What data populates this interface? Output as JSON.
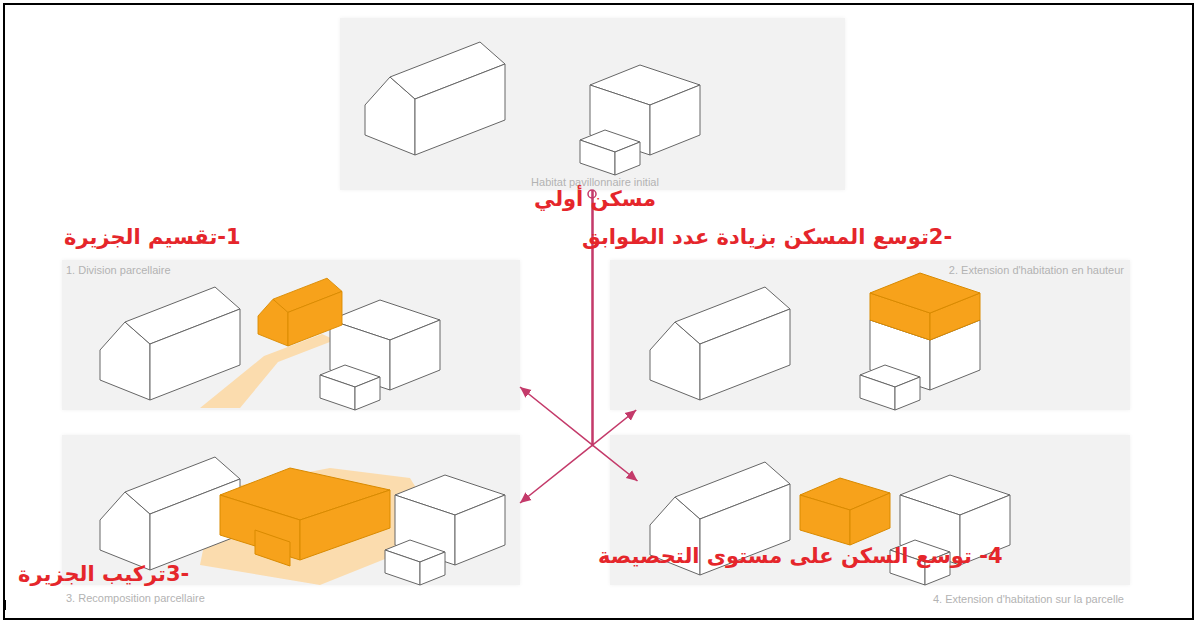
{
  "diagram": {
    "nodes": [
      {
        "text": [
          "Habitat pavillonnaire initial",
          "مسكن أولي"
        ]
      },
      {
        "text": [
          "1. Division parcellaire",
          "1-تقسيم الجزيرة"
        ]
      },
      {
        "text": [
          "2. Extension d'habitation en hauteur",
          "-2توسع المسكن بزيادة عدد الطوابق"
        ]
      },
      {
        "text": [
          "3. Recomposition parcellaire",
          "-3تركيب الجزيرة"
        ]
      },
      {
        "text": [
          "4. Extension d'habitation sur la parcelle",
          "4- توسع السكن على مستوى التحصيصة"
        ]
      }
    ],
    "edges": [
      {
        "from": 0,
        "to": 1,
        "arrow": "to"
      },
      {
        "from": 0,
        "to": 2,
        "arrow": "to"
      },
      {
        "from": 0,
        "to": 3,
        "arrow": "to"
      },
      {
        "from": 0,
        "to": 4,
        "arrow": "to"
      }
    ]
  }
}
